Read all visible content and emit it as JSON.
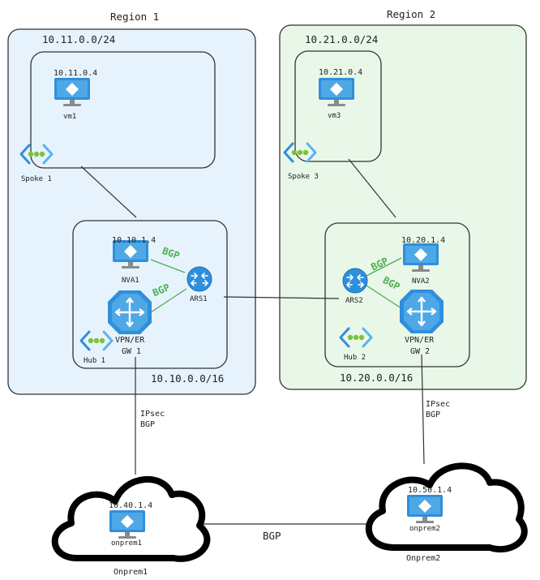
{
  "regions": [
    {
      "name": "Region 1"
    },
    {
      "name": "Region 2"
    }
  ],
  "spokes": [
    {
      "cidr": "10.11.0.0/24",
      "vm_ip": "10.11.0.4",
      "vm_name": "vm1",
      "label": "Spoke 1"
    },
    {
      "cidr": "10.21.0.0/24",
      "vm_ip": "10.21.0.4",
      "vm_name": "vm3",
      "label": "Spoke 3"
    }
  ],
  "hubs": [
    {
      "cidr": "10.10.0.0/16",
      "label": "Hub 1",
      "nva_ip": "10.10.1.4",
      "nva_name": "NVA1",
      "ars_name": "ARS1",
      "gw_line1": "VPN/ER",
      "gw_line2": "GW 1",
      "bgp_label_1": "BGP",
      "bgp_label_2": "BGP"
    },
    {
      "cidr": "10.20.0.0/16",
      "label": "Hub 2",
      "nva_ip": "10.20.1.4",
      "nva_name": "NVA2",
      "ars_name": "ARS2",
      "gw_line1": "VPN/ER",
      "gw_line2": "GW 2",
      "bgp_label_1": "BGP",
      "bgp_label_2": "BGP"
    }
  ],
  "links": [
    {
      "line1": "IPsec",
      "line2": "BGP"
    },
    {
      "line1": "IPsec",
      "line2": "BGP"
    }
  ],
  "onprem": [
    {
      "vm_ip": "10.40.1.4",
      "vm_name": "onprem1",
      "label": "Onprem1"
    },
    {
      "vm_ip": "10.50.1.4",
      "vm_name": "onprem2",
      "label": "Onprem2"
    }
  ],
  "onprem_link_label": "BGP",
  "colors": {
    "region1_fill": "#e6f3fd",
    "region2_fill": "#e9f7e9",
    "azure_blue": "#2f8fdb",
    "azure_light": "#5ab4ec",
    "bgp_green": "#4caf50"
  }
}
